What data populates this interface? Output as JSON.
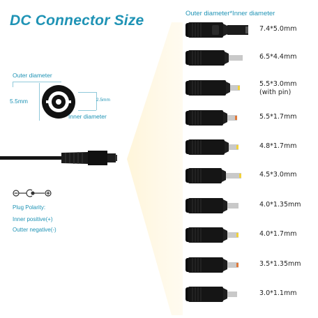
{
  "title": "DC Connector Size",
  "header": "Outer diameter*Inner diameter",
  "diagram": {
    "outer_label": "Outer diameter",
    "outer_value": "5.5mm",
    "inner_label": "Inner diameter",
    "inner_value": "2.5mm"
  },
  "polarity": {
    "title": "Plug Polarity:",
    "inner": "Inner positive(+)",
    "outer": "Outter negative(-)"
  },
  "connectors": [
    {
      "size": "7.4*5.0mm",
      "tip_color": "#5a5a5a"
    },
    {
      "size": "6.5*4.4mm",
      "tip_color": "#c8c8c8"
    },
    {
      "size": "5.5*3.0mm",
      "note": "(with pin)",
      "tip_color": "#f2d23a"
    },
    {
      "size": "5.5*1.7mm",
      "tip_color": "#e07a3a"
    },
    {
      "size": "4.8*1.7mm",
      "tip_color": "#f2d23a"
    },
    {
      "size": "4.5*3.0mm",
      "tip_color": "#f2d23a"
    },
    {
      "size": "4.0*1.35mm",
      "tip_color": "#c8c8c8"
    },
    {
      "size": "4.0*1.7mm",
      "tip_color": "#f2d23a"
    },
    {
      "size": "3.5*1.35mm",
      "tip_color": "#e07a3a"
    },
    {
      "size": "3.0*1.1mm",
      "tip_color": "#c8c8c8"
    }
  ]
}
